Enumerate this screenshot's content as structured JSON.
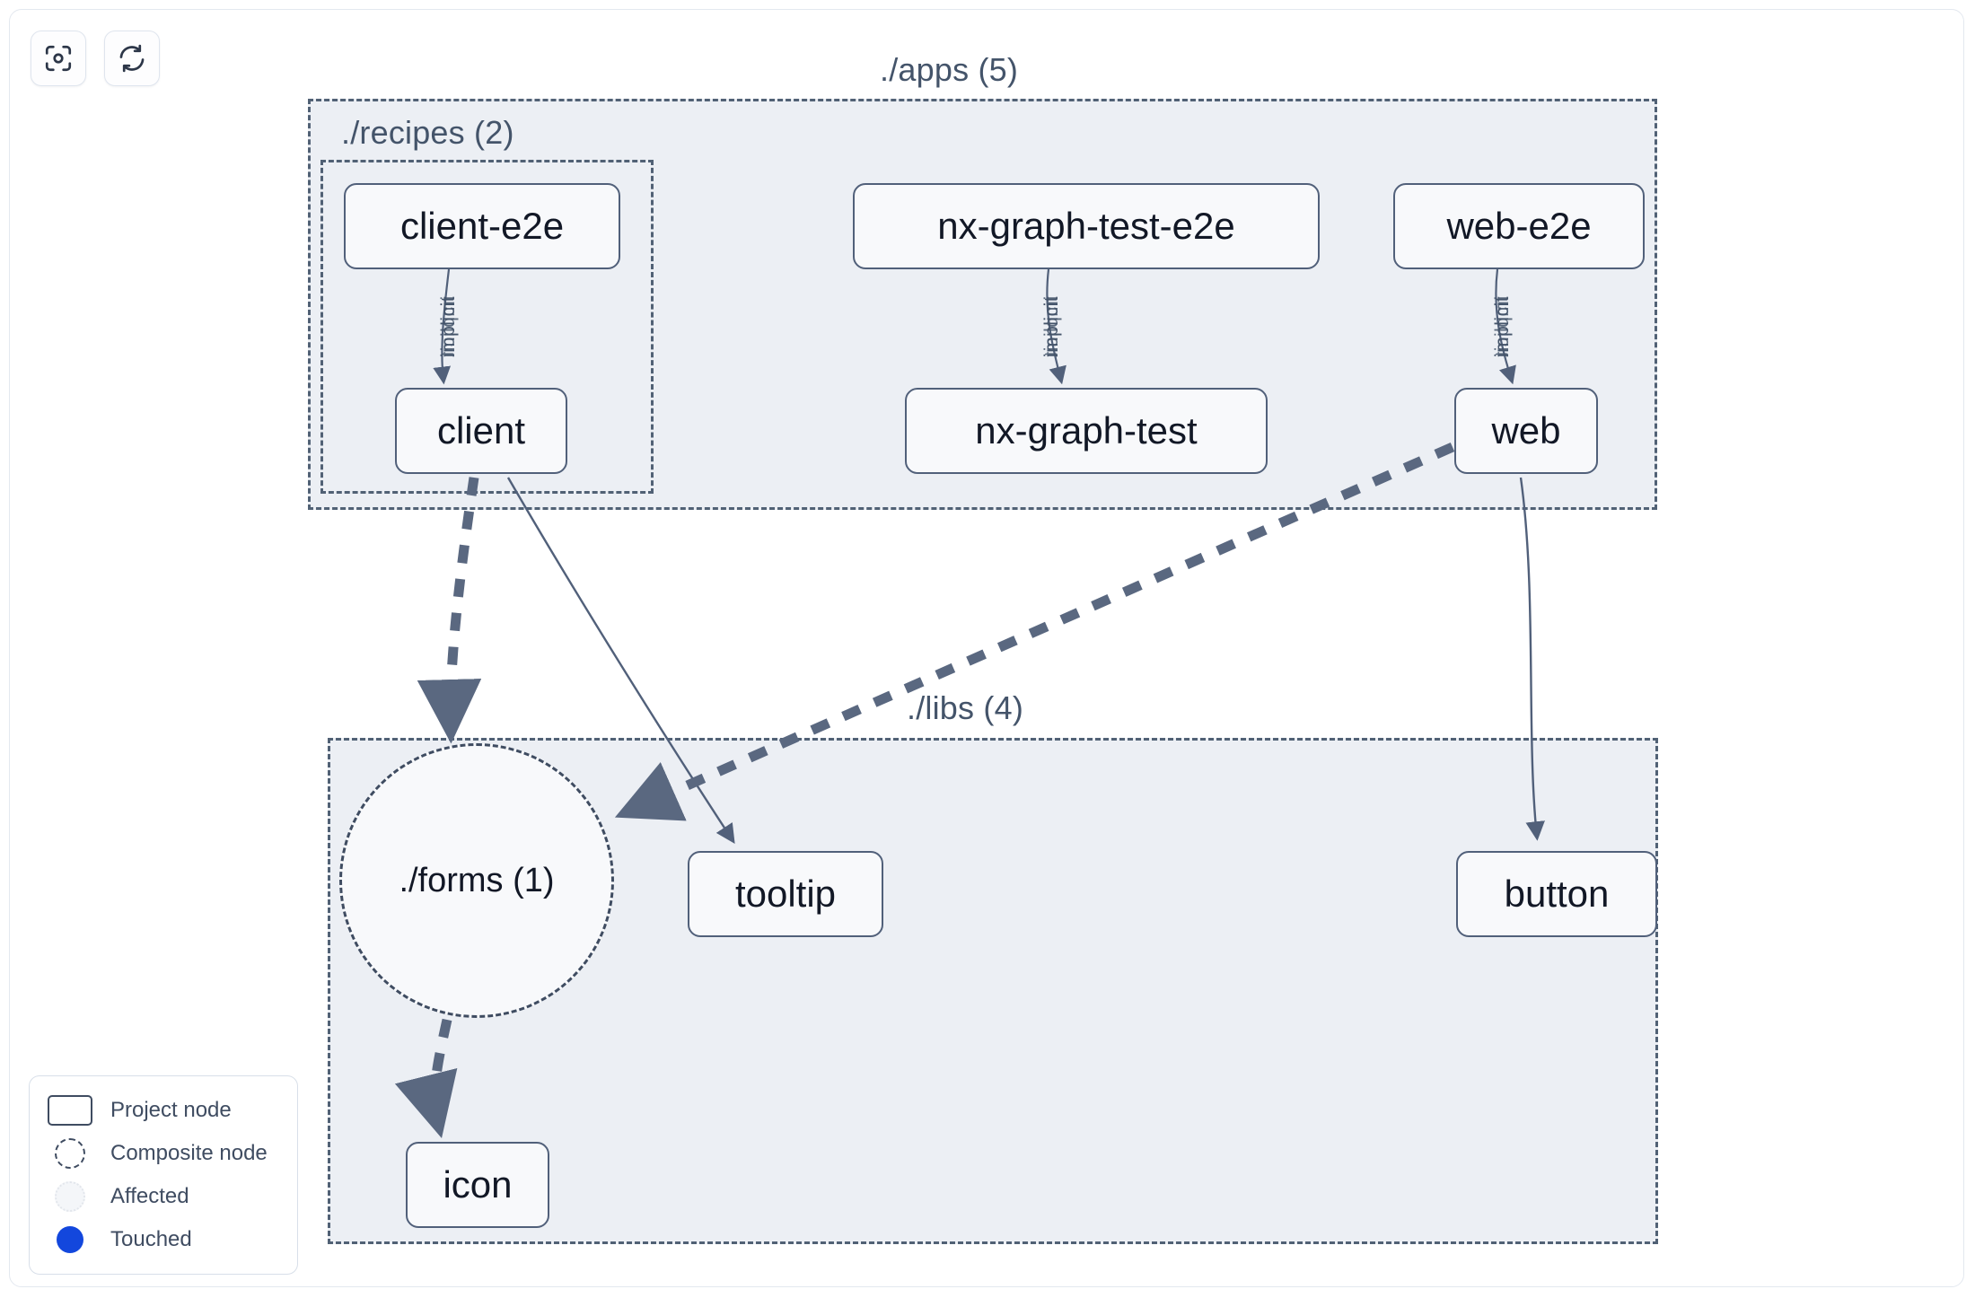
{
  "toolbar": {
    "buttons": [
      {
        "name": "focus-graph-button",
        "icon": "focus-target-icon",
        "label": "Focus graph"
      },
      {
        "name": "refresh-graph-button",
        "icon": "refresh-icon",
        "label": "Refresh graph"
      }
    ]
  },
  "groups": [
    {
      "id": "apps",
      "label": "./apps (5)",
      "count": 5
    },
    {
      "id": "recipes",
      "label": "./recipes (2)",
      "count": 2
    },
    {
      "id": "libs",
      "label": "./libs (4)",
      "count": 4
    }
  ],
  "nodes": [
    {
      "id": "client-e2e",
      "label": "client-e2e",
      "type": "project",
      "group": "recipes"
    },
    {
      "id": "nx-graph-test-e2e",
      "label": "nx-graph-test-e2e",
      "type": "project",
      "group": "apps"
    },
    {
      "id": "web-e2e",
      "label": "web-e2e",
      "type": "project",
      "group": "apps"
    },
    {
      "id": "client",
      "label": "client",
      "type": "project",
      "group": "recipes"
    },
    {
      "id": "nx-graph-test",
      "label": "nx-graph-test",
      "type": "project",
      "group": "apps"
    },
    {
      "id": "web",
      "label": "web",
      "type": "project",
      "group": "apps"
    },
    {
      "id": "forms",
      "label": "./forms (1)",
      "type": "composite",
      "group": "libs"
    },
    {
      "id": "tooltip",
      "label": "tooltip",
      "type": "project",
      "group": "libs"
    },
    {
      "id": "button",
      "label": "button",
      "type": "project",
      "group": "libs"
    },
    {
      "id": "icon",
      "label": "icon",
      "type": "project",
      "group": "libs"
    }
  ],
  "edges": [
    {
      "from": "client-e2e",
      "to": "client",
      "label": "implicit",
      "style": "solid"
    },
    {
      "from": "nx-graph-test-e2e",
      "to": "nx-graph-test",
      "label": "implicit",
      "style": "solid"
    },
    {
      "from": "web-e2e",
      "to": "web",
      "label": "implicit",
      "style": "solid"
    },
    {
      "from": "client",
      "to": "forms",
      "label": "",
      "style": "dashed"
    },
    {
      "from": "client",
      "to": "tooltip",
      "label": "",
      "style": "solid"
    },
    {
      "from": "web",
      "to": "forms",
      "label": "",
      "style": "dashed"
    },
    {
      "from": "web",
      "to": "button",
      "label": "",
      "style": "solid"
    },
    {
      "from": "forms",
      "to": "icon",
      "label": "",
      "style": "dashed"
    }
  ],
  "legend": {
    "items": [
      {
        "swatch": "project-node-swatch",
        "label": "Project node"
      },
      {
        "swatch": "composite-node-swatch",
        "label": "Composite node"
      },
      {
        "swatch": "affected-swatch",
        "label": "Affected"
      },
      {
        "swatch": "touched-swatch",
        "label": "Touched"
      }
    ]
  },
  "colors": {
    "group_fill": "#eceff4",
    "group_border": "#516175",
    "node_fill": "#f8f9fb",
    "node_border": "#51607a",
    "node_text": "#121826",
    "edge": "#51607a",
    "touched": "#1347dd",
    "label_text": "#44546a"
  }
}
